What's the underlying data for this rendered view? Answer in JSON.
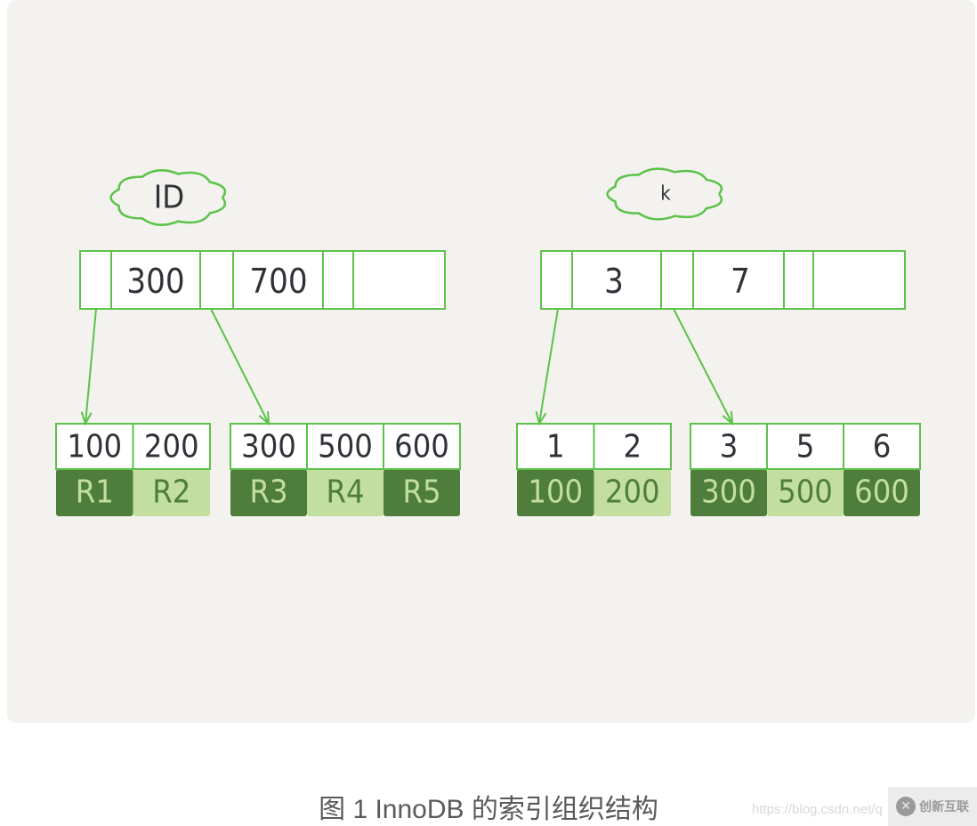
{
  "colors": {
    "card": "#f3f2ee",
    "border": "#5cc24a",
    "dark": "#4e7d3c",
    "light": "#c3df9f",
    "ink": "#2f3338"
  },
  "id_tree": {
    "label": "ID",
    "root_keys": [
      "300",
      "700"
    ],
    "leaves": [
      {
        "keys": [
          "100",
          "200"
        ],
        "values": [
          "R1",
          "R2"
        ]
      },
      {
        "keys": [
          "300",
          "500",
          "600"
        ],
        "values": [
          "R3",
          "R4",
          "R5"
        ]
      }
    ]
  },
  "k_tree": {
    "label": "k",
    "root_keys": [
      "3",
      "7"
    ],
    "leaves": [
      {
        "keys": [
          "1",
          "2"
        ],
        "values": [
          "100",
          "200"
        ]
      },
      {
        "keys": [
          "3",
          "5",
          "6"
        ],
        "values": [
          "300",
          "500",
          "600"
        ]
      }
    ]
  },
  "caption": "图 1 InnoDB 的索引组织结构",
  "watermark": "https://blog.csdn.net/q",
  "logo": {
    "text": "创新互联",
    "mark": "✕"
  }
}
